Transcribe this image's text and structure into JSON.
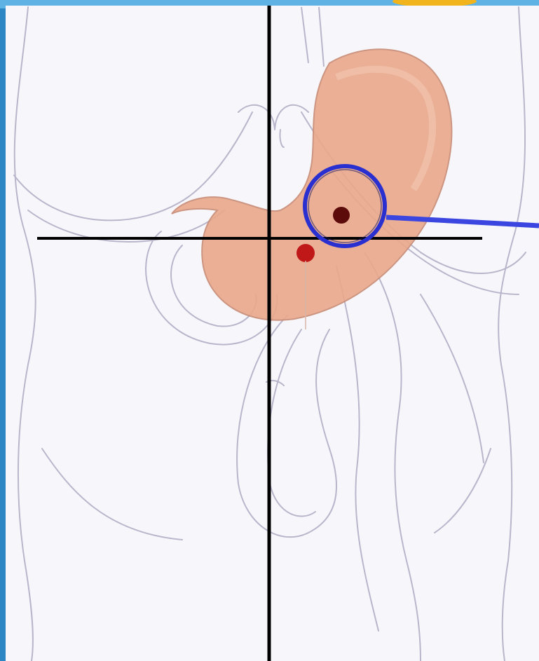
{
  "colors": {
    "frame_blue": "#2c86c4",
    "frame_blue_light": "#5fb3e4",
    "frame_accent_yellow": "#f2b41c",
    "canvas": "#f7f7fb",
    "body_outline": "#a8a4bb",
    "stomach_fill": "#e9a98c",
    "stomach_outline": "#c98d78",
    "crosshair": "#000000",
    "highlight_circle": "#2a2fd0",
    "pointer_line": "#3b46e0",
    "point_dark": "#5c0a0a",
    "point_red": "#c01818"
  },
  "diagram": {
    "subject": "abdomen-anterior-view",
    "organ": "stomach",
    "icons": [
      "crosshair",
      "highlight-circle",
      "pointer-line",
      "marker-point"
    ]
  }
}
